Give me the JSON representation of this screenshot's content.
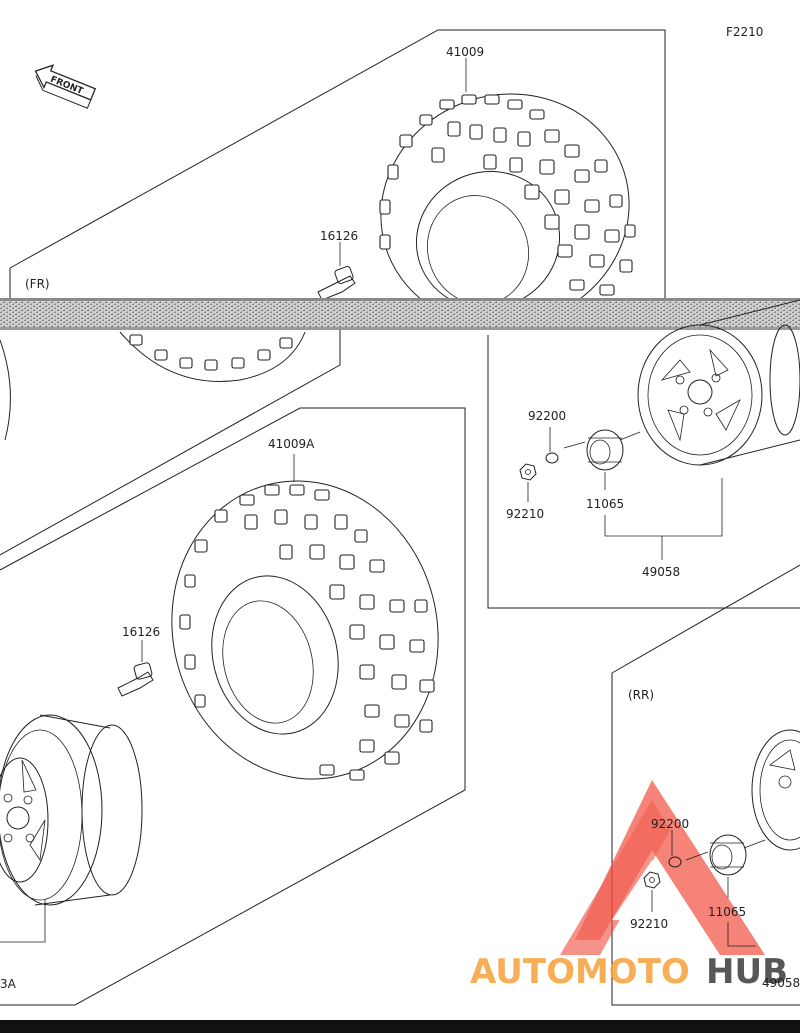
{
  "figure_code": "F2210",
  "front_badge": "FRONT",
  "sections": {
    "front": "(FR)",
    "rear": "(RR)"
  },
  "parts": {
    "tire_front": "41009",
    "tire_rear": "41009A",
    "valve_front": "16126",
    "valve_rear": "16126",
    "washer_front": "92200",
    "washer_rear": "92200",
    "nut_front": "92210",
    "nut_rear": "92210",
    "cap_front": "11065",
    "cap_rear": "11065",
    "wheel_front": "49058",
    "wheel_rear_partial": "49058",
    "wheel_rear_left_partial": "3A"
  },
  "watermark": {
    "part1": "AUTOMOTO",
    "part2": "HUB",
    "color_primary": "#f04a3a",
    "color_secondary": "#f6a23a",
    "color_dark": "#3a3a3a"
  }
}
